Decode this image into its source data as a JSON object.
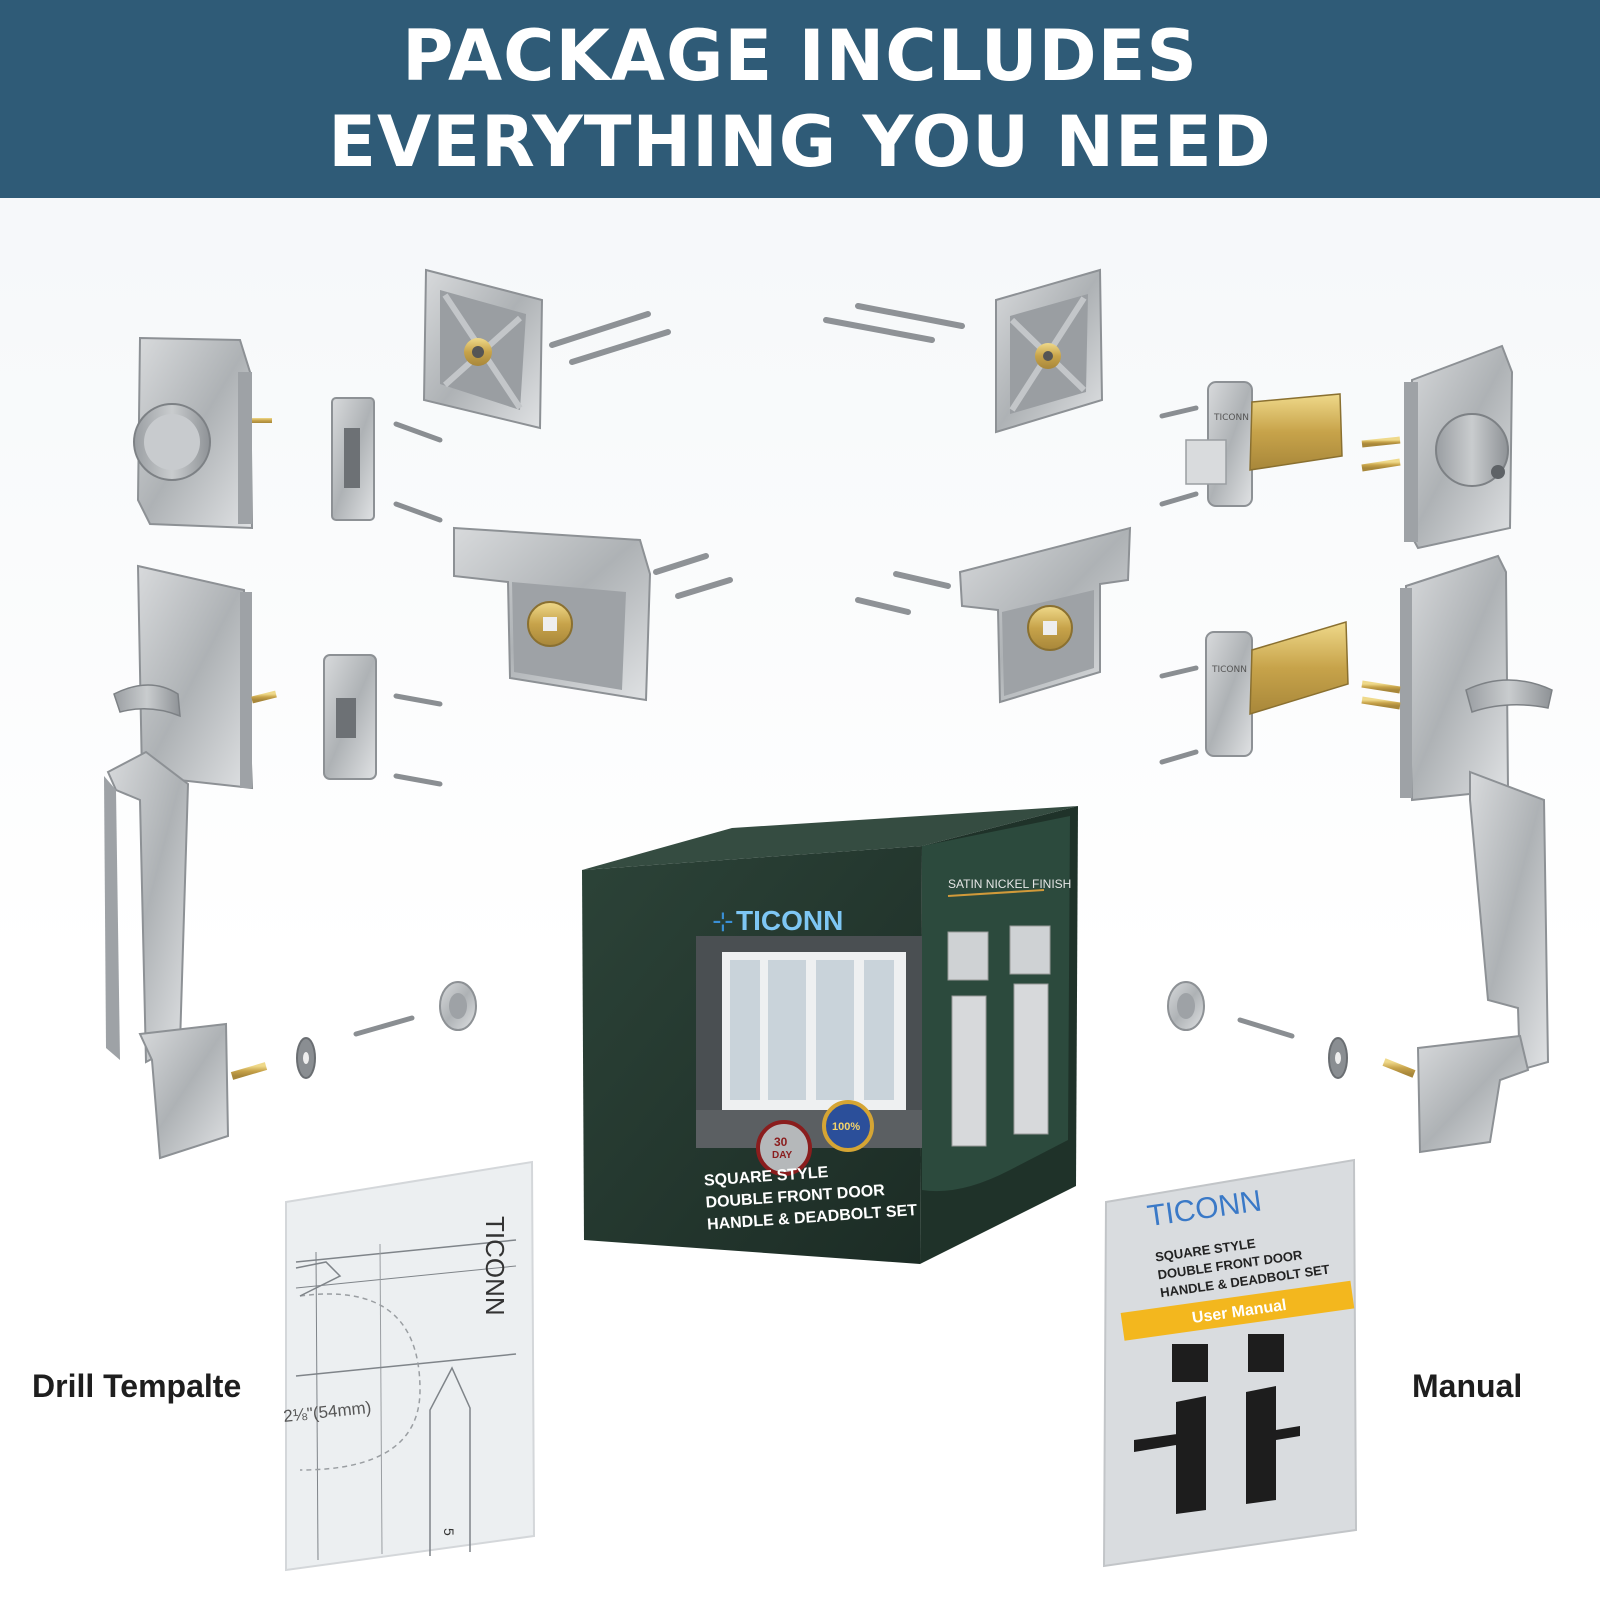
{
  "header": {
    "line1": "PACKAGE INCLUDES",
    "line2": "EVERYTHING YOU NEED"
  },
  "labels": {
    "drill_template": "Drill Tempalte",
    "manual": "Manual"
  },
  "box": {
    "brand": "TICONN",
    "finish": "SATIN NICKEL FINISH",
    "title_lines": [
      "SQUARE STYLE",
      "DOUBLE FRONT DOOR",
      "HANDLE & DEADBOLT SET"
    ],
    "badge_day_number": "30",
    "badge_day_word": "DAY",
    "badge_quality": "100%"
  },
  "template": {
    "brand": "TICONN",
    "measure": "2⅛\"(54mm)",
    "page_number": "5"
  },
  "manual": {
    "brand": "TICONN",
    "title_lines": [
      "SQUARE STYLE",
      "DOUBLE FRONT DOOR",
      "HANDLE & DEADBOLT SET"
    ],
    "badge": "User Manual"
  },
  "latch_brand": "TICONN",
  "colors": {
    "banner": "#2f5b77",
    "nickel": "#b9bcbf",
    "brass": "#d2b35a",
    "box_green": "#24392f",
    "manual_yellow": "#f3b71e"
  }
}
